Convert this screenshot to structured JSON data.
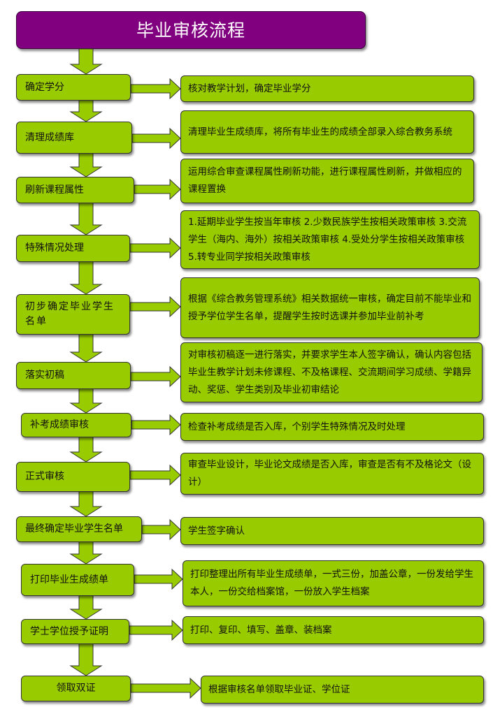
{
  "title": "毕业审核流程",
  "colors": {
    "title_bg": "#800080",
    "box_bg": "#99cc00",
    "border": "#333333"
  },
  "steps": [
    {
      "label": "确定学分",
      "desc": "核对教学计划，确定毕业学分"
    },
    {
      "label": "清理成绩库",
      "desc": "清理毕业生成绩库，将所有毕业生的成绩全部录入综合教务系统"
    },
    {
      "label": "刷新课程属性",
      "desc": "运用综合审查课程属性刷新功能，进行课程属性刷新，并做相应的课程置换"
    },
    {
      "label": "特殊情况处理",
      "desc": "1.延期毕业学生按当年审核 2.少数民族学生按相关政策审核 3.交流学生（海内、海外）按相关政策审核 4.受处分学生按相关政策审核 5.转专业同学按相关政策审核"
    },
    {
      "label": "初步确定毕业学生名单",
      "desc": "根据《综合教务管理系统》相关数据统一审核，确定目前不能毕业和授予学位学生名单，提醒学生按时选课并参加毕业前补考"
    },
    {
      "label": "落实初稿",
      "desc": "对审核初稿逐一进行落实，并要求学生本人签字确认，确认内容包括毕业生教学计划未修课程、不及格课程、交流期间学习成绩、学籍异动、奖惩、学生类别及毕业初审结论"
    },
    {
      "label": "补考成绩审核",
      "desc": "检查补考成绩是否入库，个别学生特殊情况及时处理"
    },
    {
      "label": "正式审核",
      "desc": "审查毕业设计，毕业论文成绩是否入库，审查是否有不及格论文（设计）"
    },
    {
      "label": "最终确定毕业学生名单",
      "desc": "学生签字确认"
    },
    {
      "label": "打印毕业生成绩单",
      "desc": "打印整理出所有毕业生成绩单，一式三份，加盖公章，一份发给学生本人，一份交给档案馆，一份放入学生档案"
    },
    {
      "label": "学士学位授予证明",
      "desc": "打印、复印、填写、盖章、装档案"
    },
    {
      "label": "领取双证",
      "desc": "根据审核名单领取毕业证、学位证"
    }
  ]
}
